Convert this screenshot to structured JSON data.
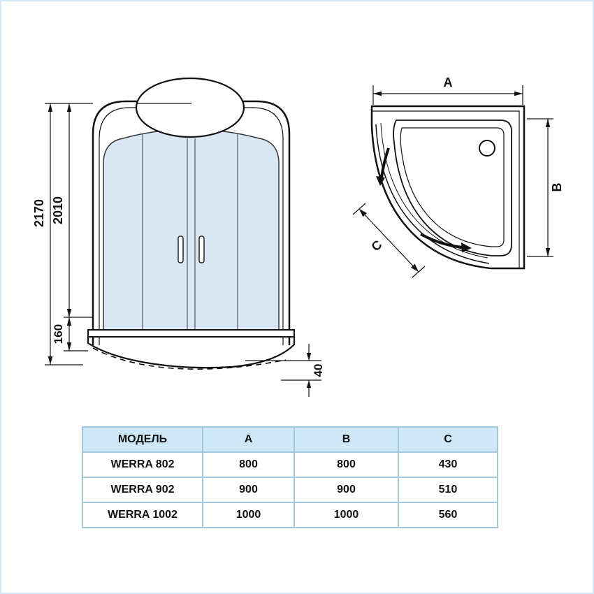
{
  "front_view": {
    "dims": {
      "total_height": "2170",
      "door_height": "2010",
      "tray_height": "160",
      "tray_lip": "40"
    }
  },
  "top_view": {
    "width_label": "A",
    "depth_label": "B",
    "door_label": "C"
  },
  "table": {
    "headers": {
      "model": "МОДЕЛЬ",
      "a": "A",
      "b": "B",
      "c": "C"
    },
    "rows": [
      {
        "model": "WERRA 802",
        "a": "800",
        "b": "800",
        "c": "430"
      },
      {
        "model": "WERRA 902",
        "a": "900",
        "b": "900",
        "c": "510"
      },
      {
        "model": "WERRA 1002",
        "a": "1000",
        "b": "1000",
        "c": "560"
      }
    ]
  },
  "colors": {
    "glass": "#d9e8f4",
    "line": "#111111",
    "table_header_bg": "#cfe8f8",
    "table_border": "#a6c6dc"
  }
}
